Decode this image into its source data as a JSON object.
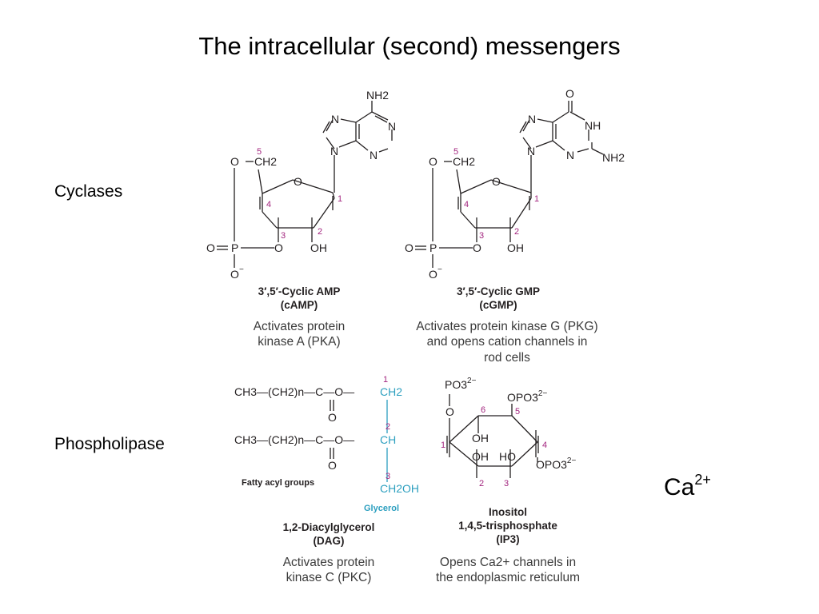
{
  "slide": {
    "title": "The intracellular (second) messengers",
    "label_cyclases": "Cyclases",
    "label_phospholipase": "Phospholipase",
    "ion_base": "Ca",
    "ion_charge": "2+"
  },
  "camp": {
    "atoms": {
      "nh2": "NH2",
      "n7": "N",
      "n1": "N",
      "n3": "N",
      "n9": "N",
      "o_ring": "O",
      "o5": "O",
      "ch2": "CH2",
      "o3": "O",
      "p": "P",
      "o_double": "O",
      "o_minus": "O",
      "oh": "OH"
    },
    "numbers": {
      "n5": "5",
      "n4": "4",
      "n3": "3",
      "n2": "2",
      "n1": "1"
    },
    "name_line1": "3′,5′-Cyclic AMP",
    "name_line2": "(cAMP)",
    "desc_line1": "Activates protein",
    "desc_line2": "kinase A (PKA)"
  },
  "cgmp": {
    "atoms": {
      "o_keto": "O",
      "nh": "NH",
      "nh2": "NH2",
      "n7": "N",
      "n3": "N",
      "n9": "N",
      "o_ring": "O",
      "o5": "O",
      "ch2": "CH2",
      "o3": "O",
      "p": "P",
      "o_double": "O",
      "o_minus": "O",
      "oh": "OH"
    },
    "numbers": {
      "n5": "5",
      "n4": "4",
      "n3": "3",
      "n2": "2",
      "n1": "1"
    },
    "name_line1": "3′,5′-Cyclic GMP",
    "name_line2": "(cGMP)",
    "desc_line1": "Activates protein kinase G (PKG)",
    "desc_line2": "and opens cation channels in",
    "desc_line3": "rod cells"
  },
  "dag": {
    "chain1": "CH3—(CH2)n—C—O—",
    "chain2": "CH3—(CH2)n—C—O—",
    "glycerol_c1": "CH2",
    "glycerol_c2": "CH",
    "glycerol_c3": "CH2OH",
    "carbonyl_o1": "O",
    "carbonyl_o2": "O",
    "numbers": {
      "n1": "1",
      "n2": "2",
      "n3": "3"
    },
    "fatty_acyl_label": "Fatty acyl groups",
    "glycerol_label": "Glycerol",
    "name_line1": "1,2-Diacylglycerol",
    "name_line2": "(DAG)",
    "desc_line1": "Activates protein",
    "desc_line2": "kinase C (PKC)"
  },
  "ip3": {
    "po3": "PO3",
    "po3_charge": "2−",
    "o1": "O",
    "opo3_5": "OPO3",
    "opo3_5_charge": "2−",
    "opo3_4": "OPO3",
    "opo3_4_charge": "2−",
    "oh6": "OH",
    "oh2": "OH",
    "ho3": "HO",
    "numbers": {
      "n1": "1",
      "n2": "2",
      "n3": "3",
      "n4": "4",
      "n5": "5",
      "n6": "6"
    },
    "name_line1": "Inositol",
    "name_line2": "1,4,5-trisphosphate",
    "name_line3": "(IP3)",
    "desc_line1": "Opens Ca2+ channels in",
    "desc_line2": "the endoplasmic reticulum"
  }
}
